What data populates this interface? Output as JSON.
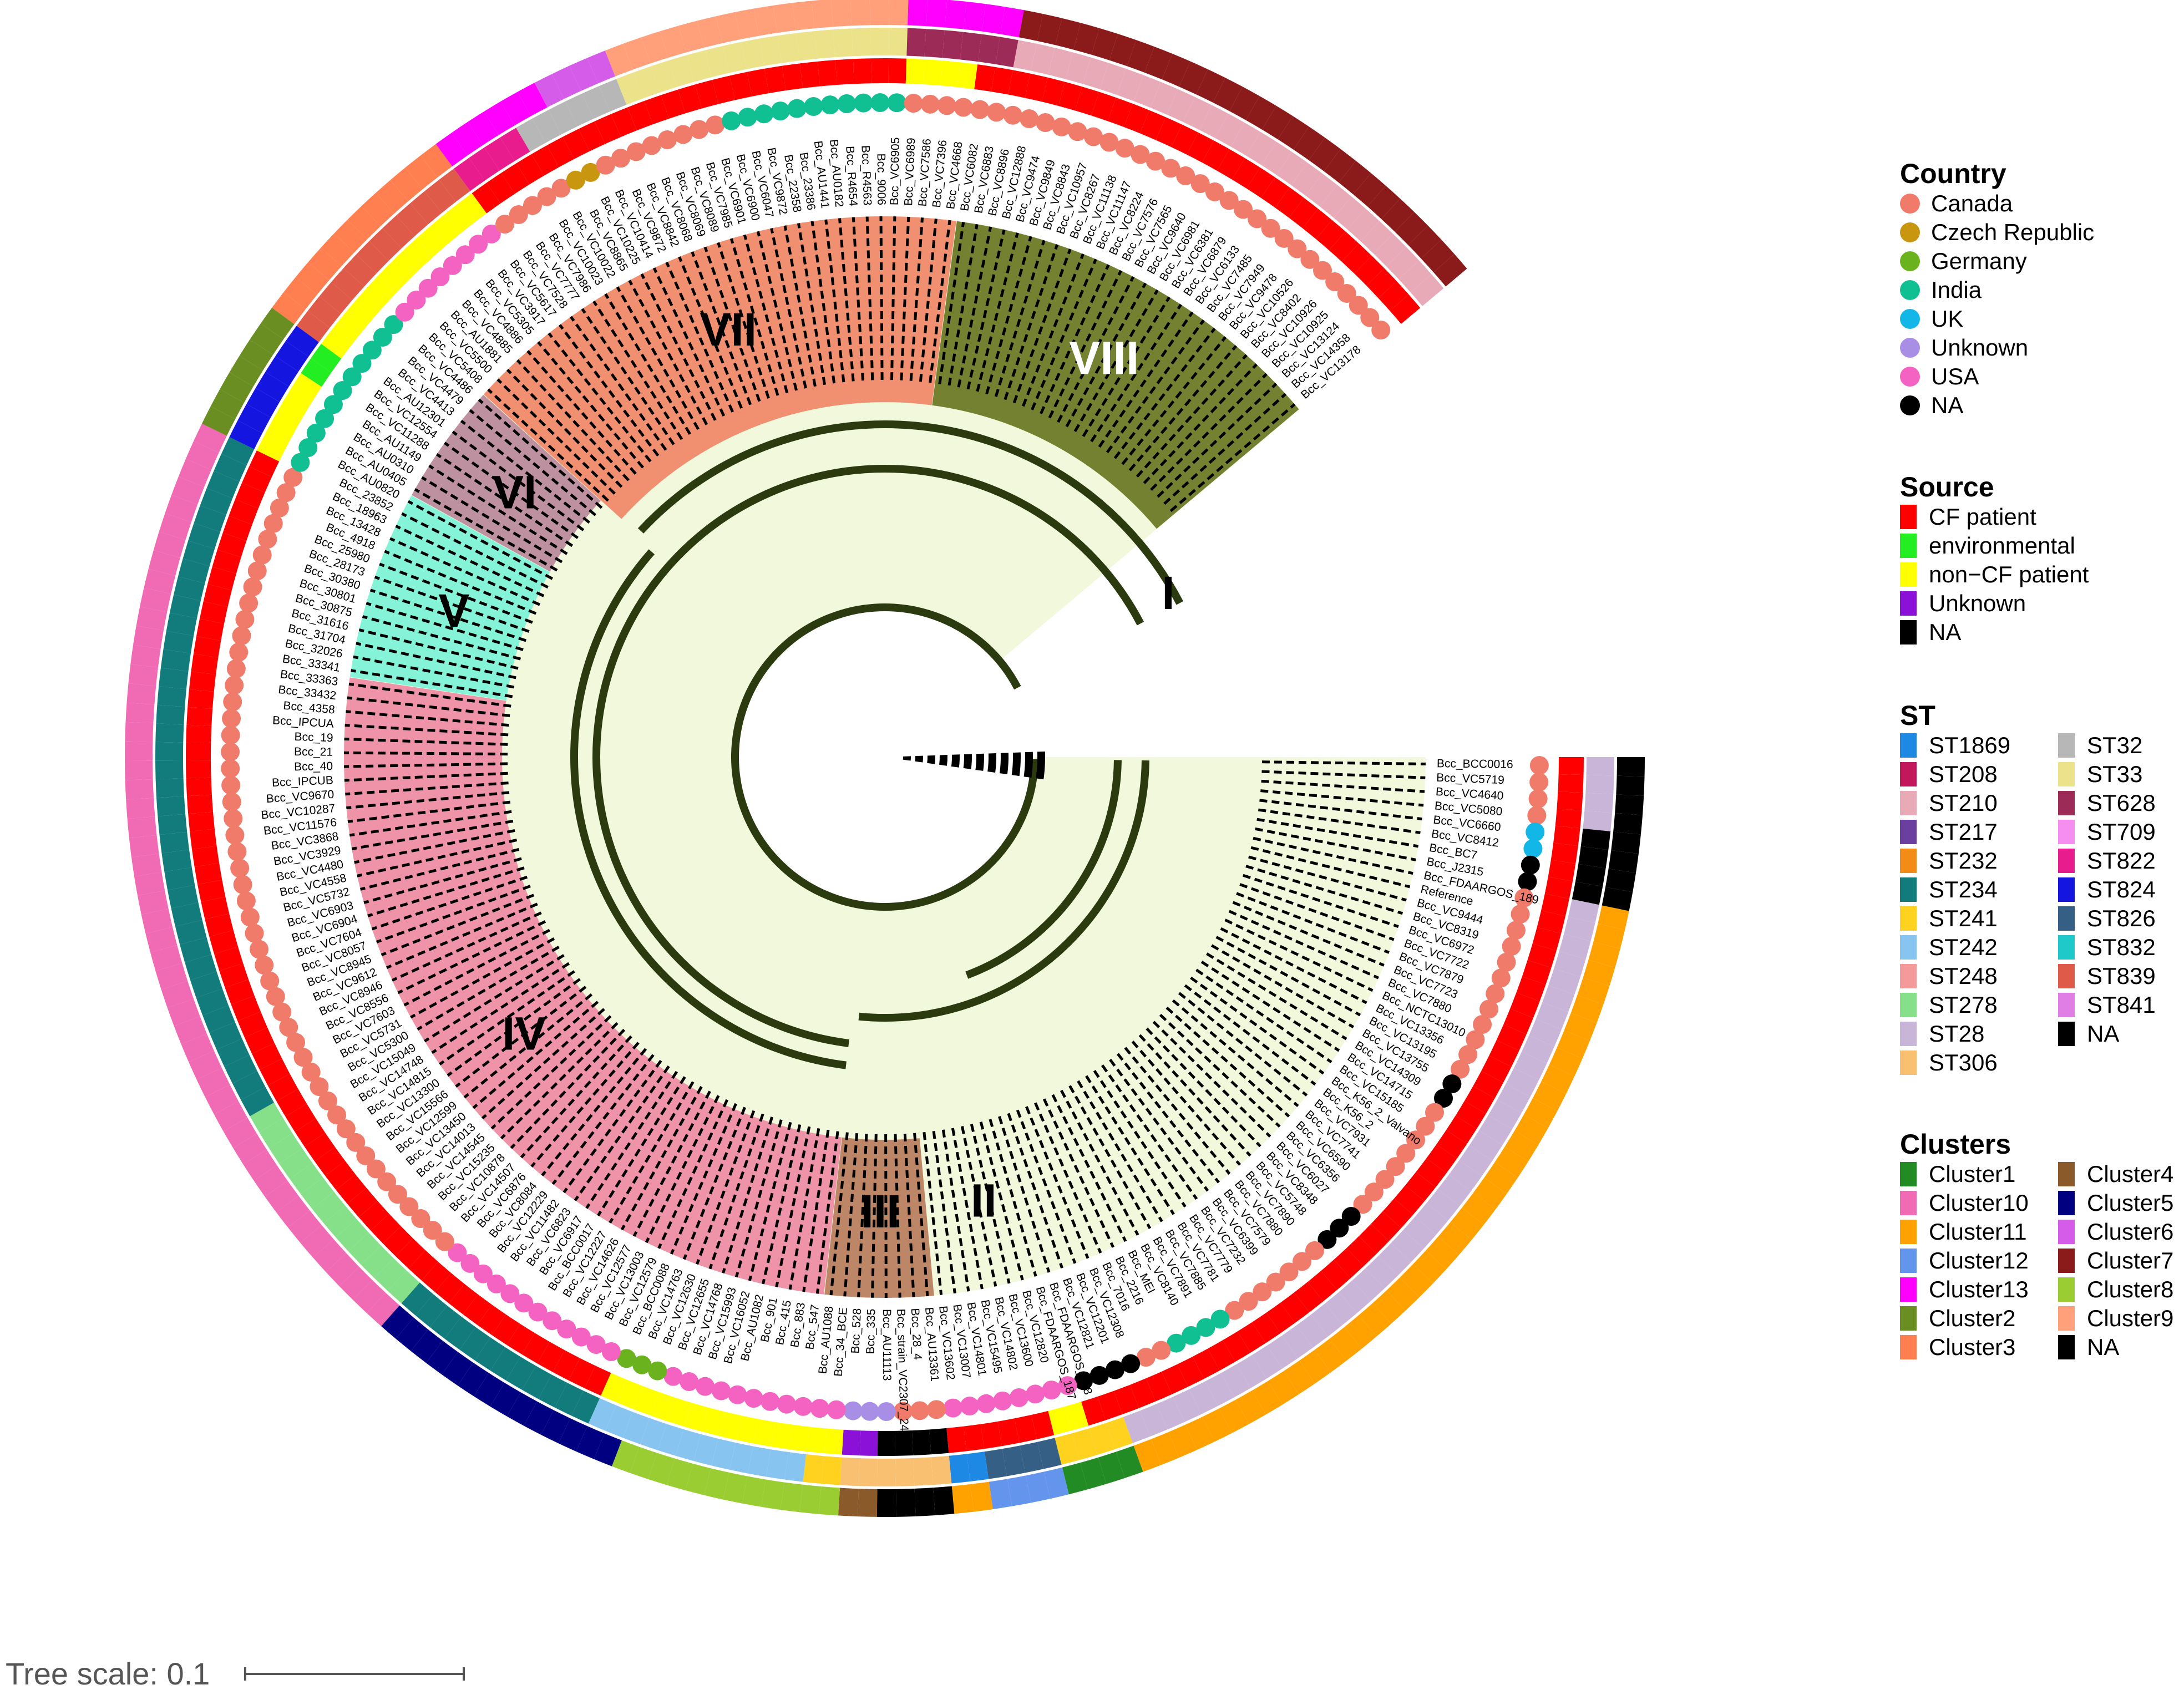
{
  "tree": {
    "clades": [
      {
        "label": "I",
        "fill": "#f1f8dc"
      },
      {
        "label": "II",
        "fill": "#f1f8dc"
      },
      {
        "label": "III",
        "fill": "#b98060"
      },
      {
        "label": "IV",
        "fill": "#ee8ea4"
      },
      {
        "label": "V",
        "fill": "#7df2d7"
      },
      {
        "label": "VI",
        "fill": "#bb8b9c"
      },
      {
        "label": "VII",
        "fill": "#ef8a6a"
      },
      {
        "label": "VIII",
        "fill": "#6b7a27"
      }
    ],
    "leaf_labels": [
      "Bcc_BCC0016",
      "Bcc_VC5719",
      "Bcc_VC4640",
      "Bcc_VC5080",
      "Bcc_VC6660",
      "Bcc_VC8412",
      "Bcc_BC7",
      "Bcc_J2315",
      "Bcc_FDAARGOS_189",
      "Reference",
      "Bcc_VC9444",
      "Bcc_VC8319",
      "Bcc_VC6972",
      "Bcc_VC7722",
      "Bcc_VC7879",
      "Bcc_VC7723",
      "Bcc_VC7880",
      "Bcc_NCTC13010",
      "Bcc_VC13356",
      "Bcc_VC13195",
      "Bcc_VC13755",
      "Bcc_VC14309",
      "Bcc_VC14715",
      "Bcc_VC15185",
      "Bcc_K56_2_Valvano",
      "Bcc_K56_2",
      "Bcc_VC7931",
      "Bcc_VC7741",
      "Bcc_VC6590",
      "Bcc_VC6356",
      "Bcc_VC6027",
      "Bcc_VC8348",
      "Bcc_VC5748",
      "Bcc_VC7890",
      "Bcc_VC7880",
      "Bcc_VC7579",
      "Bcc_VC6399",
      "Bcc_VC7232",
      "Bcc_VC7779",
      "Bcc_VC7781",
      "Bcc_VC7885",
      "Bcc_VC7891",
      "Bcc_VC8140",
      "Bcc_MEI",
      "Bcc_2216",
      "Bcc_7016",
      "Bcc_VC12308",
      "Bcc_VC12201",
      "Bcc_VC12821",
      "Bcc_FDAARGOS_518",
      "Bcc_FDAARGOS_187",
      "Bcc_VC12820",
      "Bcc_VC13600",
      "Bcc_VC14802",
      "Bcc_VC15495",
      "Bcc_VC14801",
      "Bcc_VC13007",
      "Bcc_VC13602",
      "Bcc_AU13361",
      "Bcc_28_4",
      "Bcc_strain_VC2307_24_3",
      "Bcc_AU11113",
      "Bcc_335",
      "Bcc_528",
      "Bcc_34_BCE",
      "Bcc_AU1088",
      "Bcc_547",
      "Bcc_883",
      "Bcc_415",
      "Bcc_901",
      "Bcc_AU1082",
      "Bcc_VC16052",
      "Bcc_VC15993",
      "Bcc_VC14768",
      "Bcc_VC12655",
      "Bcc_VC12630",
      "Bcc_VC14763",
      "Bcc_BCC0088",
      "Bcc_VC12579",
      "Bcc_VC13003",
      "Bcc_VC12577",
      "Bcc_VC14626",
      "Bcc_VC12227",
      "Bcc_BCC0017",
      "Bcc_VC6917",
      "Bcc_VC6823",
      "Bcc_VC11482",
      "Bcc_VC12229",
      "Bcc_VC8084",
      "Bcc_VC6876",
      "Bcc_VC14507",
      "Bcc_VC10878",
      "Bcc_VC15235",
      "Bcc_VC14545",
      "Bcc_VC14013",
      "Bcc_VC13450",
      "Bcc_VC12599",
      "Bcc_VC15566",
      "Bcc_VC13300",
      "Bcc_VC14815",
      "Bcc_VC14748",
      "Bcc_VC15049",
      "Bcc_VC5300",
      "Bcc_VC5731",
      "Bcc_VC7603",
      "Bcc_VC8556",
      "Bcc_VC8946",
      "Bcc_VC9612",
      "Bcc_VC8945",
      "Bcc_VC8057",
      "Bcc_VC7604",
      "Bcc_VC6904",
      "Bcc_VC6903",
      "Bcc_VC5732",
      "Bcc_VC4558",
      "Bcc_VC4480",
      "Bcc_VC3929",
      "Bcc_VC3868",
      "Bcc_VC11576",
      "Bcc_VC10287",
      "Bcc_VC9670",
      "Bcc_IPCUB",
      "Bcc_40",
      "Bcc_21",
      "Bcc_19",
      "Bcc_IPCUA",
      "Bcc_4358",
      "Bcc_33432",
      "Bcc_33363",
      "Bcc_33341",
      "Bcc_32026",
      "Bcc_31704",
      "Bcc_31616",
      "Bcc_30875",
      "Bcc_30801",
      "Bcc_30380",
      "Bcc_28173",
      "Bcc_25980",
      "Bcc_4918",
      "Bcc_13428",
      "Bcc_18963",
      "Bcc_23852",
      "Bcc_AU0820",
      "Bcc_AU0405",
      "Bcc_AU0310",
      "Bcc_AU1149",
      "Bcc_VC11288",
      "Bcc_VC12554",
      "Bcc_AU12301",
      "Bcc_VC4413",
      "Bcc_VC4479",
      "Bcc_VC4486",
      "Bcc_VC5408",
      "Bcc_VC5500",
      "Bcc_AU1881",
      "Bcc_VC4885",
      "Bcc_VC4886",
      "Bcc_VC5305",
      "Bcc_VC3917",
      "Bcc_VC5617",
      "Bcc_VC7528",
      "Bcc_VC7777",
      "Bcc_VC7986",
      "Bcc_VC10023",
      "Bcc_VC10022",
      "Bcc_VC8865",
      "Bcc_VC10225",
      "Bcc_VC10414",
      "Bcc_VC9872",
      "Bcc_VC8842",
      "Bcc_VC8068",
      "Bcc_VC8069",
      "Bcc_VC8089",
      "Bcc_VC7985",
      "Bcc_VC6901",
      "Bcc_VC6900",
      "Bcc_VC6047",
      "Bcc_VC9872",
      "Bcc_22358",
      "Bcc_23386",
      "Bcc_AU1441",
      "Bcc_AU0182",
      "Bcc_R4654",
      "Bcc_R4563",
      "Bcc_9006",
      "Bcc_VC6905",
      "Bcc_VC6989",
      "Bcc_VC7586",
      "Bcc_VC7396",
      "Bcc_VC4668",
      "Bcc_VC6082",
      "Bcc_VC6883",
      "Bcc_VC8896",
      "Bcc_VC12888",
      "Bcc_VC9474",
      "Bcc_VC9849",
      "Bcc_VC8843",
      "Bcc_VC10957",
      "Bcc_VC8267",
      "Bcc_VC11138",
      "Bcc_VC11147",
      "Bcc_VC8224",
      "Bcc_VC7576",
      "Bcc_VC7565",
      "Bcc_VC9640",
      "Bcc_VC6981",
      "Bcc_VC6381",
      "Bcc_VC6879",
      "Bcc_VC6133",
      "Bcc_VC7485",
      "Bcc_VC7949",
      "Bcc_VC9478",
      "Bcc_VC10526",
      "Bcc_VC8402",
      "Bcc_VC10926",
      "Bcc_VC10925",
      "Bcc_VC13124",
      "Bcc_VC14358",
      "Bcc_VC13178"
    ]
  },
  "rings": {
    "country_colors": {
      "Canada": "#f07b6a",
      "Czech Republic": "#c8960f",
      "Germany": "#6ab31e",
      "India": "#10c093",
      "UK": "#12b7e8",
      "Unknown": "#a98ee6",
      "USA": "#f463c2",
      "NA": "#000000"
    },
    "source_colors": {
      "CF patient": "#ff0000",
      "environmental": "#22ee22",
      "non-CF patient": "#ffff00",
      "Unknown": "#8b10d8",
      "NA": "#000000"
    }
  },
  "legend": {
    "country": {
      "title": "Country",
      "items": [
        {
          "label": "Canada",
          "color": "#f07b6a"
        },
        {
          "label": "Czech Republic",
          "color": "#c8960f"
        },
        {
          "label": "Germany",
          "color": "#6ab31e"
        },
        {
          "label": "India",
          "color": "#10c093"
        },
        {
          "label": "UK",
          "color": "#12b7e8"
        },
        {
          "label": "Unknown",
          "color": "#a98ee6"
        },
        {
          "label": "USA",
          "color": "#f463c2"
        },
        {
          "label": "NA",
          "color": "#000000"
        }
      ]
    },
    "source": {
      "title": "Source",
      "items": [
        {
          "label": "CF patient",
          "color": "#ff0000"
        },
        {
          "label": "environmental",
          "color": "#22ee22"
        },
        {
          "label": "non−CF patient",
          "color": "#ffff00"
        },
        {
          "label": "Unknown",
          "color": "#8b10d8"
        },
        {
          "label": "NA",
          "color": "#000000"
        }
      ]
    },
    "st": {
      "title": "ST",
      "col1": [
        {
          "label": "ST1869",
          "color": "#1e88e5"
        },
        {
          "label": "ST208",
          "color": "#c2185b"
        },
        {
          "label": "ST210",
          "color": "#e9aab8"
        },
        {
          "label": "ST217",
          "color": "#6a3fa0"
        },
        {
          "label": "ST232",
          "color": "#f28c17"
        },
        {
          "label": "ST234",
          "color": "#127b7b"
        },
        {
          "label": "ST241",
          "color": "#ffd21f"
        },
        {
          "label": "ST242",
          "color": "#87c5f0"
        },
        {
          "label": "ST248",
          "color": "#f49a9a"
        },
        {
          "label": "ST278",
          "color": "#86e08a"
        },
        {
          "label": "ST28",
          "color": "#c9b5d8"
        },
        {
          "label": "ST306",
          "color": "#f8c070"
        }
      ],
      "col2": [
        {
          "label": "ST32",
          "color": "#b7b7b7"
        },
        {
          "label": "ST33",
          "color": "#ece289"
        },
        {
          "label": "ST628",
          "color": "#9c2b58"
        },
        {
          "label": "ST709",
          "color": "#f58ef0"
        },
        {
          "label": "ST822",
          "color": "#e81c8c"
        },
        {
          "label": "ST824",
          "color": "#1515e0"
        },
        {
          "label": "ST826",
          "color": "#365f85"
        },
        {
          "label": "ST832",
          "color": "#1fc9c9"
        },
        {
          "label": "ST839",
          "color": "#e05a4a"
        },
        {
          "label": "ST841",
          "color": "#e07ee6"
        },
        {
          "label": "NA",
          "color": "#000000"
        }
      ]
    },
    "clusters": {
      "title": "Clusters",
      "col1": [
        {
          "label": "Cluster1",
          "color": "#238b23"
        },
        {
          "label": "Cluster10",
          "color": "#f06ab4"
        },
        {
          "label": "Cluster11",
          "color": "#ffa200"
        },
        {
          "label": "Cluster12",
          "color": "#6495ed"
        },
        {
          "label": "Cluster13",
          "color": "#ff00ff"
        },
        {
          "label": "Cluster2",
          "color": "#6b8e23"
        },
        {
          "label": "Cluster3",
          "color": "#ff7f50"
        }
      ],
      "col2": [
        {
          "label": "Cluster4",
          "color": "#8b5a2b"
        },
        {
          "label": "Cluster5",
          "color": "#000080"
        },
        {
          "label": "Cluster6",
          "color": "#d45ce8"
        },
        {
          "label": "Cluster7",
          "color": "#8b1a1a"
        },
        {
          "label": "Cluster8",
          "color": "#9acd32"
        },
        {
          "label": "Cluster9",
          "color": "#ffa07a"
        },
        {
          "label": "NA",
          "color": "#000000"
        }
      ]
    }
  },
  "scale": {
    "label": "Tree scale: 0.1"
  }
}
